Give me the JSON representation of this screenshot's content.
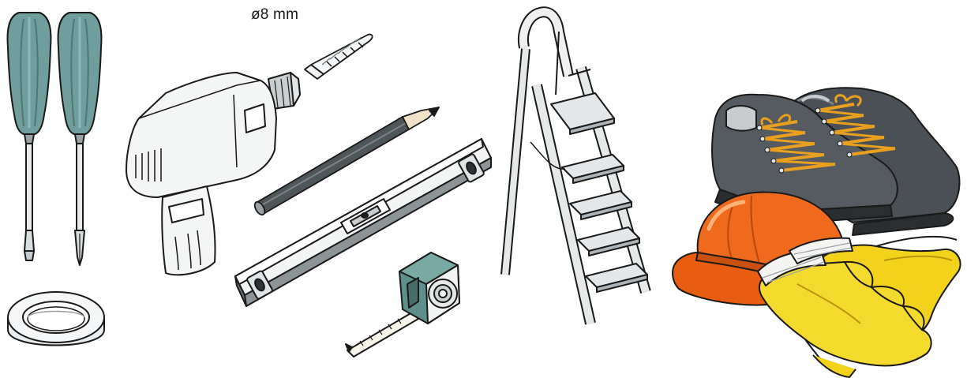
{
  "illustration": {
    "drill_bit_label": "ø8 mm",
    "items": [
      {
        "name": "flat-screwdriver",
        "icon": "flat-screwdriver-icon"
      },
      {
        "name": "phillips-screwdriver",
        "icon": "phillips-screwdriver-icon"
      },
      {
        "name": "sealing-tape-roll",
        "icon": "tape-roll-icon"
      },
      {
        "name": "drill-bit",
        "icon": "drill-bit-icon"
      },
      {
        "name": "power-drill",
        "icon": "power-drill-icon"
      },
      {
        "name": "pencil",
        "icon": "pencil-icon"
      },
      {
        "name": "spirit-level",
        "icon": "spirit-level-icon"
      },
      {
        "name": "tape-measure",
        "icon": "tape-measure-icon"
      },
      {
        "name": "step-ladder",
        "icon": "step-ladder-icon"
      },
      {
        "name": "safety-shoes",
        "icon": "safety-shoes-icon"
      },
      {
        "name": "hard-hat",
        "icon": "hard-hat-icon"
      },
      {
        "name": "work-gloves",
        "icon": "work-gloves-icon"
      }
    ],
    "colors": {
      "screwdriver_handle": "#6f9e9c",
      "tape_measure_body": "#5f8f8a",
      "ladder_fill": "#e6e9ea",
      "shoe": "#4a5055",
      "lace": "#e9a01e",
      "helmet": "#ef6a1c",
      "gloves": "#f3d21c"
    }
  }
}
